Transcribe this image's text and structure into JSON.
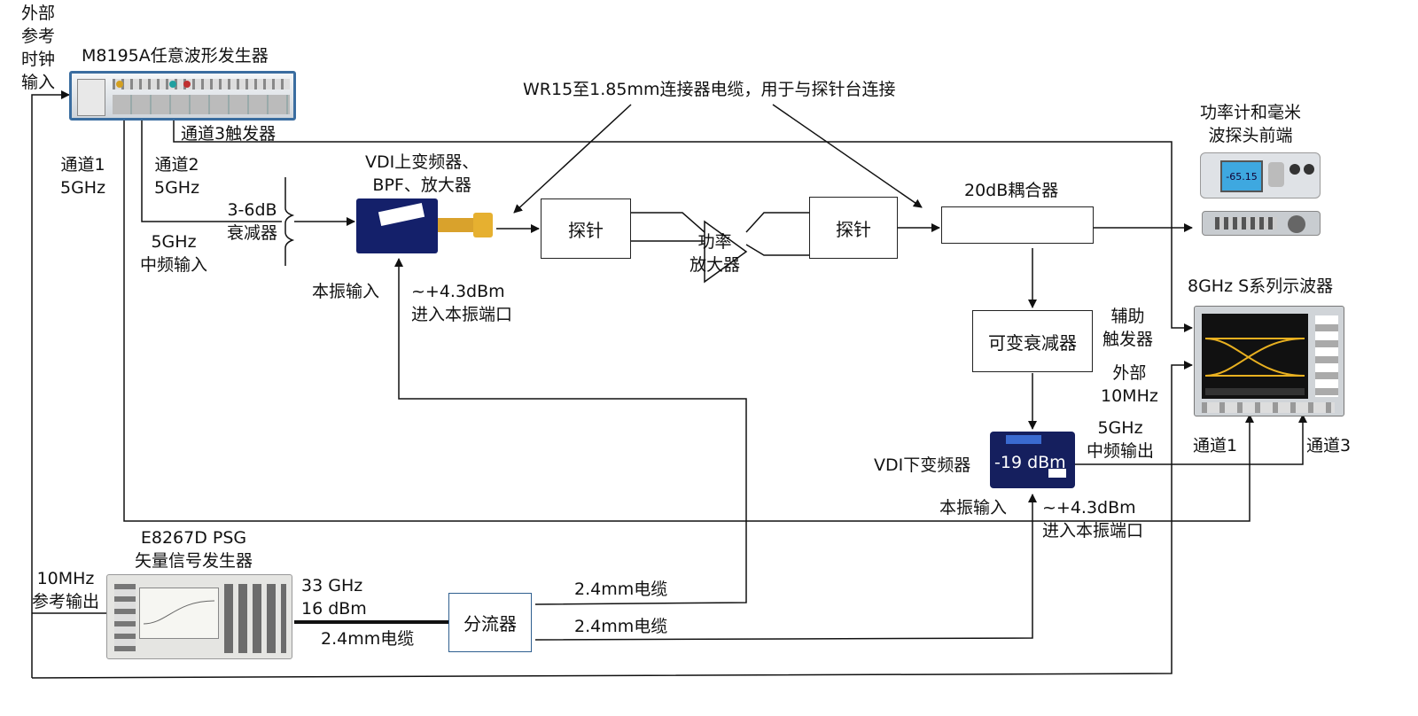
{
  "labels": {
    "ext_ref_clock_in": "外部\n参考\n时钟\n输入",
    "m8195a": "M8195A任意波形发生器",
    "ch3_trigger": "通道3触发器",
    "ch1_5ghz": "通道1\n5GHz",
    "ch2_5ghz": "通道2\n5GHz",
    "atten_3_6db": "3-6dB\n衰减器",
    "if_in_5ghz": "5GHz\n中频输入",
    "vdi_upconverter": "VDI上变频器、\nBPF、放大器",
    "lo_in_up": "本振输入",
    "lo_power_up": "~+4.3dBm\n进入本振端口",
    "wr15_cable": "WR15至1.85mm连接器电缆，用于与探针台连接",
    "probe_left": "探针",
    "power_amp": "功率\n放大器",
    "probe_right": "探针",
    "coupler_20db": "20dB耦合器",
    "power_meter": "功率计和毫米\n波探头前端",
    "scope": "8GHz S系列示波器",
    "aux_trigger": "辅助\n触发器",
    "ext_10mhz": "外部\n10MHz",
    "variable_atten": "可变衰减器",
    "if_out_5ghz": "5GHz\n中频输出",
    "vdi_downconverter": "VDI下变频器",
    "down_power": "-19 dBm",
    "lo_in_down": "本振输入",
    "lo_power_down": "~+4.3dBm\n进入本振端口",
    "scope_ch1": "通道1",
    "scope_ch3": "通道3",
    "e8267d": "E8267D PSG\n矢量信号发生器",
    "ref_out_10mhz": "10MHz\n参考输出",
    "psg_freq_power": "33 GHz\n16 dBm",
    "cable_24mm_main": "2.4mm电缆",
    "splitter": "分流器",
    "cable_24mm_top": "2.4mm电缆",
    "cable_24mm_bottom": "2.4mm电缆"
  },
  "power_meter_reading": "-65.15",
  "colors": {
    "line": "#111111",
    "splitter_border": "#2f5f8f",
    "scope_trace": "#e8b020",
    "device_blue": "#1a2a6e"
  }
}
